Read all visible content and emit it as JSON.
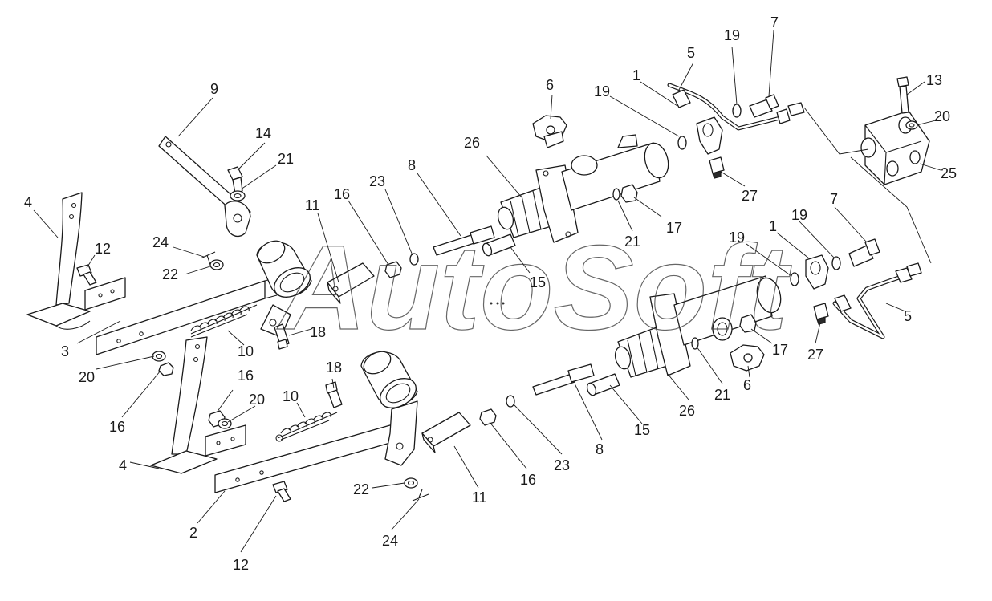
{
  "watermark": "AutoSoft",
  "callouts": [
    "9",
    "14",
    "21",
    "4",
    "12",
    "24",
    "22",
    "3",
    "20",
    "16",
    "10",
    "18",
    "11",
    "16",
    "23",
    "8",
    "15",
    "26",
    "6",
    "19",
    "1",
    "5",
    "19",
    "7",
    "21",
    "17",
    "13",
    "20",
    "25",
    "27",
    "7",
    "19",
    "1",
    "19",
    "5",
    "27",
    "17",
    "6",
    "21",
    "26",
    "15",
    "8",
    "23",
    "16",
    "11",
    "2",
    "12",
    "24",
    "22",
    "4",
    "16",
    "20",
    "16",
    "18",
    "10"
  ]
}
